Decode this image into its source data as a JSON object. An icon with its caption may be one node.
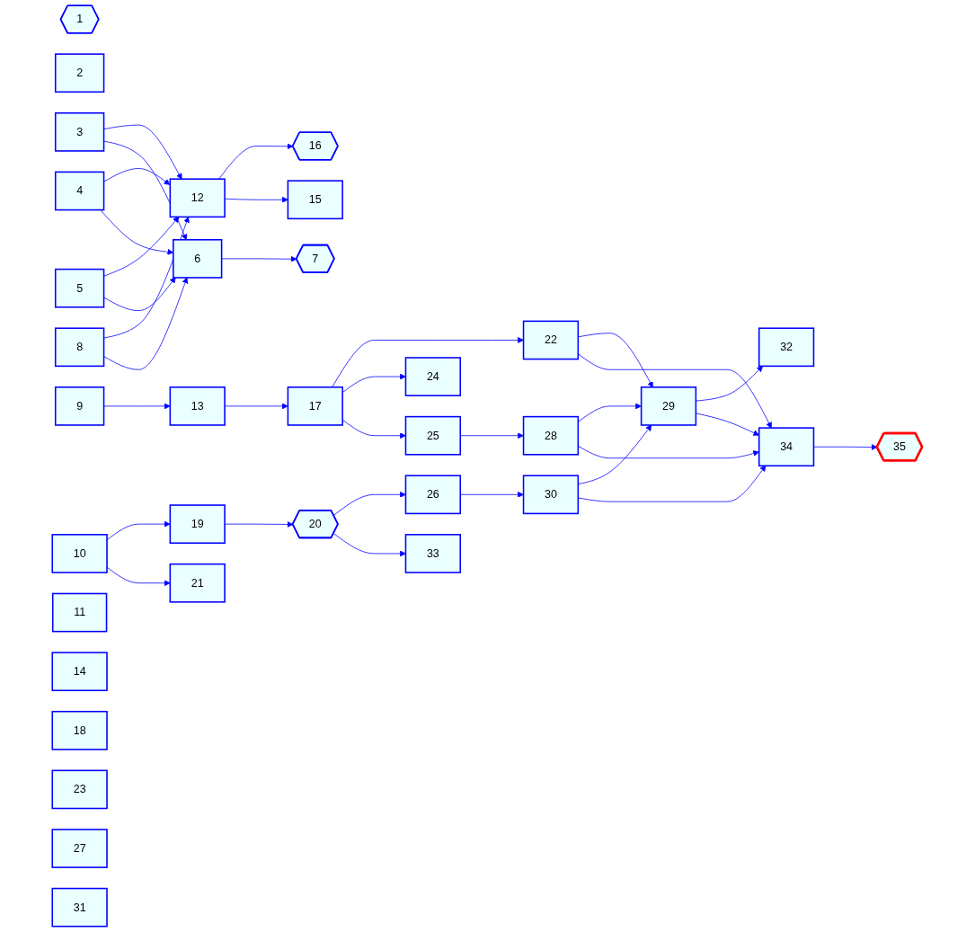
{
  "diagram": {
    "nodes": [
      {
        "text": [
          "1"
        ]
      },
      {
        "text": [
          "2"
        ]
      },
      {
        "text": [
          "3"
        ]
      },
      {
        "text": [
          "4"
        ]
      },
      {
        "text": [
          "5"
        ]
      },
      {
        "text": [
          "6"
        ]
      },
      {
        "text": [
          "7"
        ]
      },
      {
        "text": [
          "8"
        ]
      },
      {
        "text": [
          "9"
        ]
      },
      {
        "text": [
          "10"
        ]
      },
      {
        "text": [
          "11"
        ]
      },
      {
        "text": [
          "12"
        ]
      },
      {
        "text": [
          "13"
        ]
      },
      {
        "text": [
          "14"
        ]
      },
      {
        "text": [
          "15"
        ]
      },
      {
        "text": [
          "16"
        ]
      },
      {
        "text": [
          "17"
        ]
      },
      {
        "text": [
          "18"
        ]
      },
      {
        "text": [
          "19"
        ]
      },
      {
        "text": [
          "20"
        ]
      },
      {
        "text": [
          "21"
        ]
      },
      {
        "text": [
          "22"
        ]
      },
      {
        "text": [
          "23"
        ]
      },
      {
        "text": [
          "24"
        ]
      },
      {
        "text": [
          "25"
        ]
      },
      {
        "text": [
          "26"
        ]
      },
      {
        "text": [
          "27"
        ]
      },
      {
        "text": [
          "28"
        ]
      },
      {
        "text": [
          "29"
        ]
      },
      {
        "text": [
          "30"
        ]
      },
      {
        "text": [
          "31"
        ]
      },
      {
        "text": [
          "32"
        ]
      },
      {
        "text": [
          "33"
        ]
      },
      {
        "text": [
          "34"
        ]
      },
      {
        "text": [
          "35"
        ]
      }
    ],
    "edges": [
      {
        "from": 2,
        "to": 11,
        "arrow": "to"
      },
      {
        "from": 2,
        "to": 5,
        "arrow": "to"
      },
      {
        "from": 3,
        "to": 11,
        "arrow": "to"
      },
      {
        "from": 3,
        "to": 5,
        "arrow": "to"
      },
      {
        "from": 4,
        "to": 11,
        "arrow": "to"
      },
      {
        "from": 4,
        "to": 5,
        "arrow": "to"
      },
      {
        "from": 7,
        "to": 11,
        "arrow": "to"
      },
      {
        "from": 7,
        "to": 5,
        "arrow": "to"
      },
      {
        "from": 11,
        "to": 15,
        "arrow": "to"
      },
      {
        "from": 11,
        "to": 14,
        "arrow": "to"
      },
      {
        "from": 5,
        "to": 6,
        "arrow": "to"
      },
      {
        "from": 8,
        "to": 12,
        "arrow": "to"
      },
      {
        "from": 12,
        "to": 16,
        "arrow": "to"
      },
      {
        "from": 16,
        "to": 21,
        "arrow": "to"
      },
      {
        "from": 16,
        "to": 23,
        "arrow": "to"
      },
      {
        "from": 16,
        "to": 24,
        "arrow": "to"
      },
      {
        "from": 21,
        "to": 28,
        "arrow": "to"
      },
      {
        "from": 21,
        "to": 33,
        "arrow": "to"
      },
      {
        "from": 27,
        "to": 28,
        "arrow": "to"
      },
      {
        "from": 27,
        "to": 33,
        "arrow": "to"
      },
      {
        "from": 29,
        "to": 28,
        "arrow": "to"
      },
      {
        "from": 29,
        "to": 33,
        "arrow": "to"
      },
      {
        "from": 28,
        "to": 31,
        "arrow": "to"
      },
      {
        "from": 28,
        "to": 33,
        "arrow": "to"
      },
      {
        "from": 33,
        "to": 34,
        "arrow": "to"
      },
      {
        "from": 9,
        "to": 18,
        "arrow": "to"
      },
      {
        "from": 9,
        "to": 20,
        "arrow": "to"
      },
      {
        "from": 18,
        "to": 19,
        "arrow": "to"
      },
      {
        "from": 19,
        "to": 25,
        "arrow": "to"
      },
      {
        "from": 19,
        "to": 32,
        "arrow": "to"
      },
      {
        "from": 24,
        "to": 27,
        "arrow": "to"
      },
      {
        "from": 25,
        "to": 29,
        "arrow": "to"
      }
    ]
  }
}
